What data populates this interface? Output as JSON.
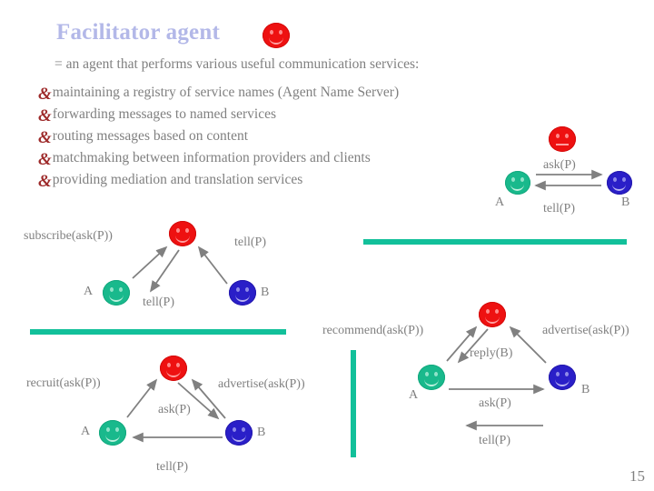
{
  "slide": {
    "title": "Facilitator agent",
    "lead": "= an agent that performs various useful communication services:",
    "bullet_marker": "&",
    "bullets": [
      "maintaining a registry of service names (Agent Name Server)",
      "forwarding messages to named services",
      "routing messages based on content",
      "matchmaking between information providers and clients",
      "providing mediation and translation services"
    ],
    "page_number": "15"
  },
  "colors": {
    "title": "#b3b8e8",
    "body_text": "#808080",
    "bullet_marker": "#9e2b2b",
    "rule_green": "#12c09a",
    "face_red": "#ee1111",
    "face_green": "#19b98c",
    "face_blue": "#2a1fc8",
    "arrow_gray": "#808080"
  },
  "diagrams": [
    {
      "id": "direct",
      "name": "direct-communication-diagram",
      "agents": [
        {
          "label": "A",
          "color": "green"
        },
        {
          "label": "B",
          "color": "blue"
        },
        {
          "label": "",
          "color": "red"
        }
      ],
      "messages": [
        {
          "label": "ask(P)",
          "from": "A",
          "to": "B"
        },
        {
          "label": "tell(P)",
          "from": "B",
          "to": "A"
        }
      ]
    },
    {
      "id": "subscribe",
      "name": "subscribe-diagram",
      "agents": [
        {
          "label": "A",
          "color": "green"
        },
        {
          "label": "B",
          "color": "blue"
        },
        {
          "label": "",
          "color": "red"
        }
      ],
      "messages": [
        {
          "label": "subscribe(ask(P))",
          "from": "A",
          "to": "F"
        },
        {
          "label": "tell(P)",
          "from": "F",
          "to": "A"
        },
        {
          "label": "tell(P)",
          "from": "B",
          "to": "F"
        }
      ]
    },
    {
      "id": "recruit",
      "name": "recruit-diagram",
      "agents": [
        {
          "label": "A",
          "color": "green"
        },
        {
          "label": "B",
          "color": "blue"
        },
        {
          "label": "",
          "color": "red"
        }
      ],
      "messages": [
        {
          "label": "recruit(ask(P))",
          "from": "A",
          "to": "F"
        },
        {
          "label": "advertise(ask(P))",
          "from": "B",
          "to": "F"
        },
        {
          "label": "ask(P)",
          "from": "F",
          "to": "B"
        },
        {
          "label": "tell(P)",
          "from": "B",
          "to": "A"
        }
      ]
    },
    {
      "id": "recommend",
      "name": "recommend-diagram",
      "agents": [
        {
          "label": "A",
          "color": "green"
        },
        {
          "label": "B",
          "color": "blue"
        },
        {
          "label": "",
          "color": "red"
        }
      ],
      "messages": [
        {
          "label": "recommend(ask(P))",
          "from": "A",
          "to": "F"
        },
        {
          "label": "reply(B)",
          "from": "F",
          "to": "A"
        },
        {
          "label": "advertise(ask(P))",
          "from": "B",
          "to": "F"
        },
        {
          "label": "ask(P)",
          "from": "A",
          "to": "B"
        },
        {
          "label": "tell(P)",
          "from": "B",
          "to": "A"
        }
      ]
    }
  ],
  "labels": {
    "direct": {
      "ask": "ask(P)",
      "tell": "tell(P)",
      "a": "A",
      "b": "B"
    },
    "subscribe": {
      "subscribe": "subscribe(ask(P))",
      "tell_right": "tell(P)",
      "tell_mid": "tell(P)",
      "a": "A",
      "b": "B"
    },
    "recruit": {
      "recruit": "recruit(ask(P))",
      "advertise": "advertise(ask(P))",
      "ask": "ask(P)",
      "tell": "tell(P)",
      "a": "A",
      "b": "B"
    },
    "recommend": {
      "recommend": "recommend(ask(P))",
      "advertise": "advertise(ask(P))",
      "reply": "reply(B)",
      "ask": "ask(P)",
      "tell": "tell(P)",
      "a": "A",
      "b": "B"
    }
  }
}
